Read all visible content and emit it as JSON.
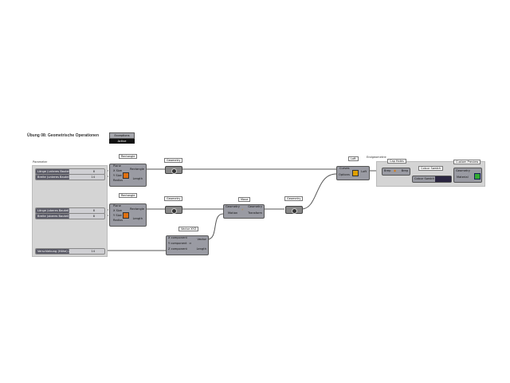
{
  "canvas": {
    "title": "Übung 08: Geometrische Operationen"
  },
  "exception_widget": {
    "label": "Exceptions",
    "status": "Active"
  },
  "parameter_group": {
    "label": "Parameter",
    "sliders": [
      {
        "name": "Länge (unteres Bauteil)",
        "value": "8"
      },
      {
        "name": "Breite (unteres Bauteil)",
        "value": "14"
      },
      {
        "name": "Länge (oberes Bauteil)",
        "value": "8"
      },
      {
        "name": "Breite (oberes Bauteil)",
        "value": "8"
      },
      {
        "name": "Verschiebung (Höhe) Z",
        "value": "14"
      }
    ]
  },
  "rectangle": {
    "label": "Rectangle",
    "inputs": [
      "Plane",
      "X Size",
      "Y Size",
      "Radius"
    ],
    "outputs": [
      "Rectangle",
      "Length"
    ]
  },
  "geometry_label": "Geometry",
  "move": {
    "label": "Move",
    "inputs": [
      "Geometry",
      "Motion"
    ],
    "outputs": [
      "Geometry",
      "Transform"
    ]
  },
  "vector": {
    "label": "Vector XYZ",
    "inputs": [
      "X component",
      "Y component",
      "Z component"
    ],
    "outputs": [
      "Vector",
      "Length"
    ]
  },
  "loft": {
    "label": "Loft",
    "inputs": [
      "Curves",
      "Options"
    ],
    "output": "Loft"
  },
  "output_group": {
    "label": "Endgeometrie",
    "cap": {
      "label": "Cap Holes",
      "input": "Brep",
      "output": "Brep"
    },
    "swatch": {
      "label": "Colour Swatch",
      "color": "#2a2540"
    },
    "preview": {
      "label": "Custom Preview",
      "inputs": [
        "Geometry",
        "Material"
      ]
    }
  }
}
